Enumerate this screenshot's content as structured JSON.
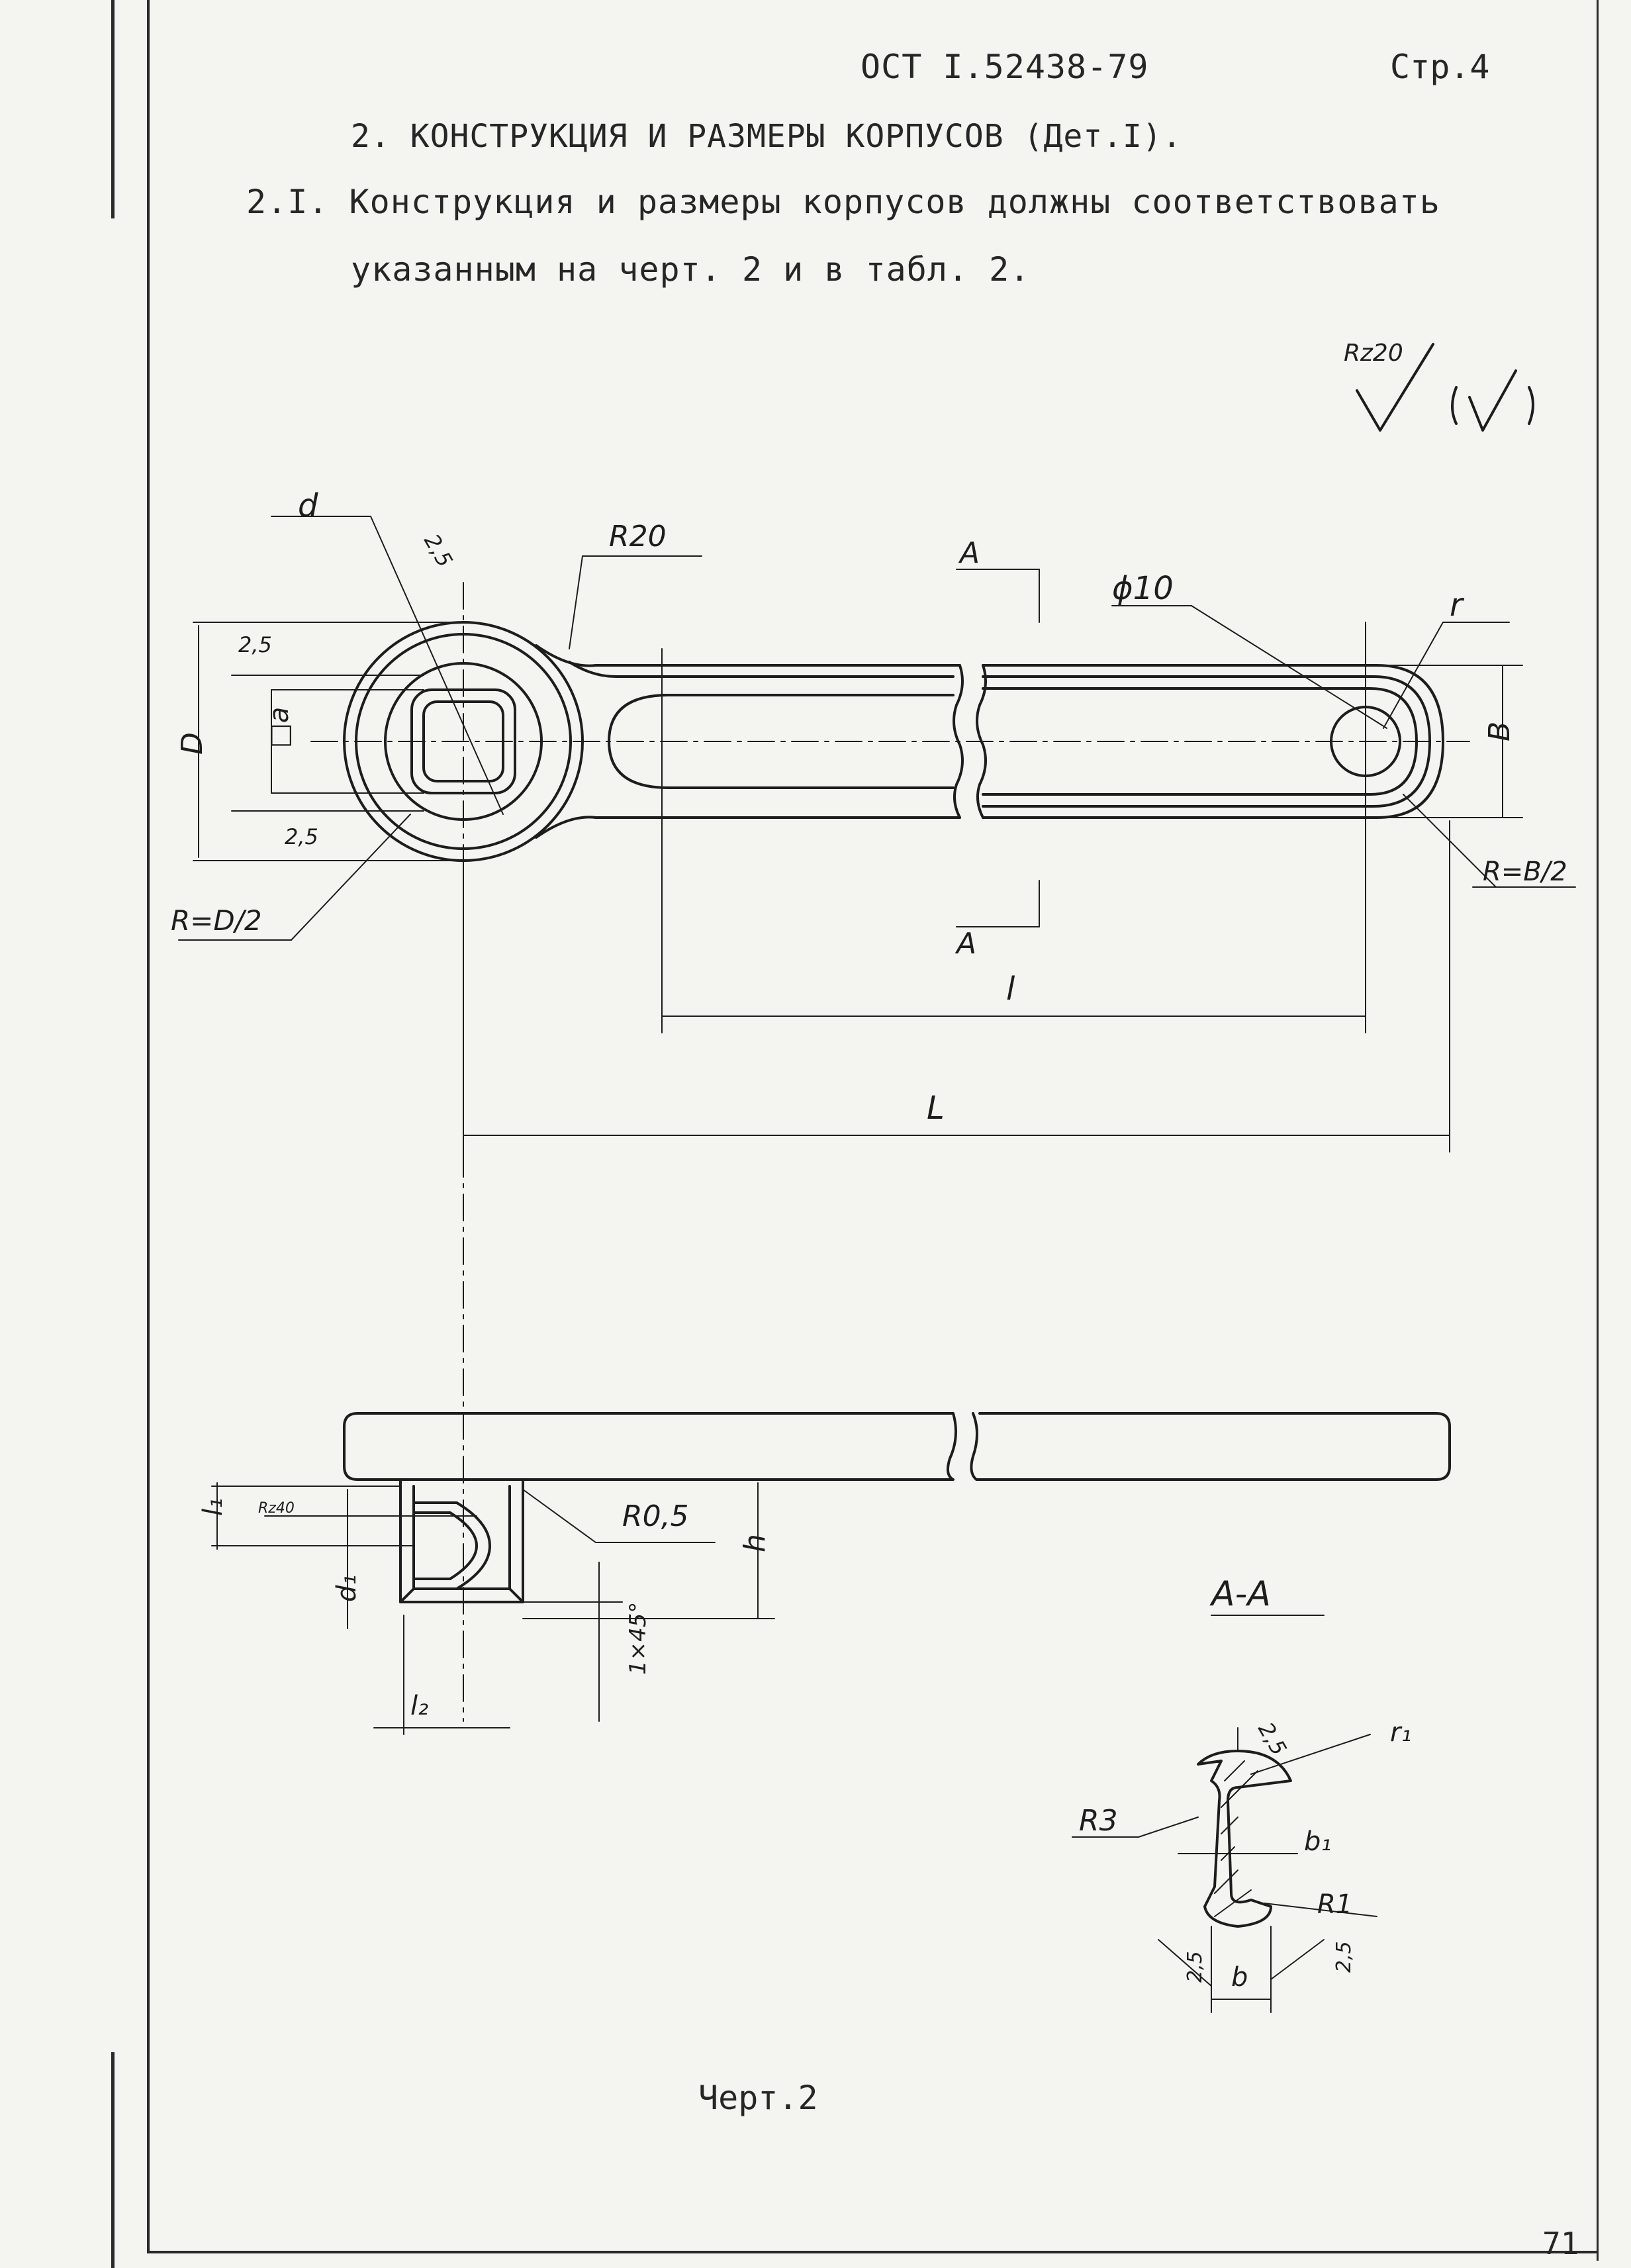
{
  "header": {
    "doc_code": "ОСТ I.52438-79",
    "page": "Стр.4"
  },
  "section": {
    "title": "2.   КОНСТРУКЦИЯ И РАЗМЕРЫ КОРПУСОВ (Дет.I).",
    "para_line1": "2.I. Конструкция и размеры  корпусов должны соответствовать",
    "para_line2": "указанным на черт. 2 и в табл. 2."
  },
  "roughness": {
    "symbol": "Rz20",
    "general": "(√)"
  },
  "top_view": {
    "d": "d",
    "chamfer_diag": "2,5",
    "r20": "R20",
    "section_mark_top": "A",
    "phi10": "ϕ10",
    "r": "r",
    "chamfer_top": "2,5",
    "D": "D",
    "square_a": "□a",
    "chamfer_bottom": "2,5",
    "r_d2": "R=D/2",
    "B": "B",
    "r_b2": "R=B/2",
    "section_mark_bottom": "A",
    "l": "l",
    "L": "L"
  },
  "side_view": {
    "l1": "l₁",
    "rz40": "Rz40",
    "r05": "R0,5",
    "h": "h",
    "d1": "d₁",
    "chamfer": "1×45°",
    "l2": "l₂"
  },
  "section_view": {
    "title": "A-A",
    "chamfer_top": "2,5",
    "r1": "r₁",
    "r3": "R3",
    "b1": "b₁",
    "rR1": "R1",
    "chamfer_left": "2,5",
    "b": "b",
    "chamfer_right": "2,5"
  },
  "footer": {
    "caption": "Черт.2",
    "sheet": "71"
  }
}
